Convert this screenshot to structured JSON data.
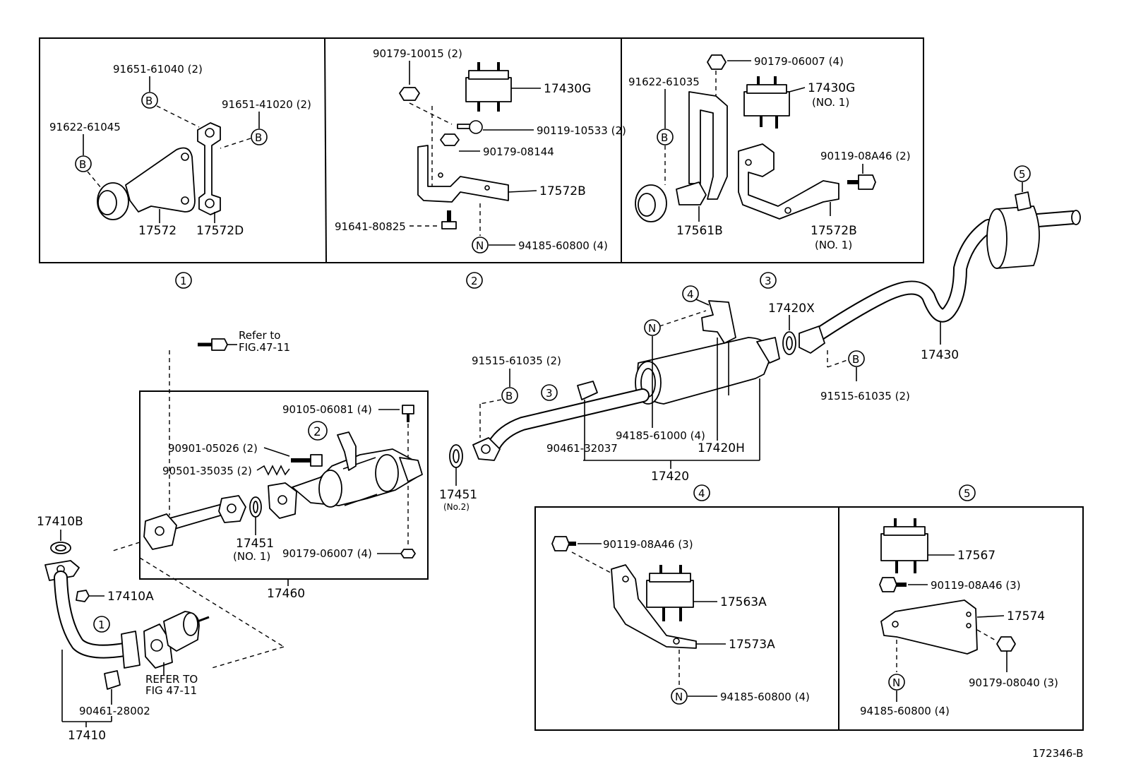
{
  "figure_id": "172346-B",
  "callouts": {
    "c1": "1",
    "c2": "2",
    "c3": "3",
    "c4": "4",
    "c5": "5",
    "b": "B",
    "n": "N"
  },
  "panel1": {
    "p1": "91651-61040 (2)",
    "p2": "91651-41020 (2)",
    "p3": "91622-61045",
    "p4": "17572",
    "p5": "17572D"
  },
  "panel2": {
    "p1": "90179-10015 (2)",
    "p2": "17430G",
    "p3": "90119-10533 (2)",
    "p4": "90179-08144",
    "p5": "17572B",
    "p6": "91641-80825",
    "p7": "94185-60800 (4)"
  },
  "panel3": {
    "p1": "90179-06007 (4)",
    "p2": "91622-61035",
    "p3": "17430G",
    "p3b": "(NO. 1)",
    "p4": "90119-08A46 (2)",
    "p5": "17561B",
    "p6": "17572B",
    "p6b": "(NO. 1)"
  },
  "panel4": {
    "p1": "90119-08A46 (3)",
    "p2": "17563A",
    "p3": "17573A",
    "p4": "94185-60800 (4)"
  },
  "panel5": {
    "p1": "17567",
    "p2": "90119-08A46 (3)",
    "p3": "17574",
    "p4": "94185-60800 (4)",
    "p5": "90179-08040 (3)"
  },
  "front": {
    "refer1a": "Refer to",
    "refer1b": "FIG.47-11",
    "p90105": "90105-06081 (4)",
    "p90901": "90901-05026 (2)",
    "p90501": "90501-35035 (2)",
    "p17451": "17451",
    "p17451b": "(NO. 1)",
    "p90179": "90179-06007 (4)",
    "p17460": "17460",
    "p17410B": "17410B",
    "p17410A": "17410A",
    "refer2a": "REFER TO",
    "refer2b": "FIG 47-11",
    "p90461a": "90461-28002",
    "p17410": "17410",
    "p17451n2": "17451",
    "p17451n2b": "(No.2)"
  },
  "rear": {
    "p91515a": "91515-61035 (2)",
    "p90461b": "90461-32037",
    "p94185": "94185-61000 (4)",
    "p17420H": "17420H",
    "p17420": "17420",
    "p17420X": "17420X",
    "p91515b": "91515-61035 (2)",
    "p17430": "17430"
  }
}
